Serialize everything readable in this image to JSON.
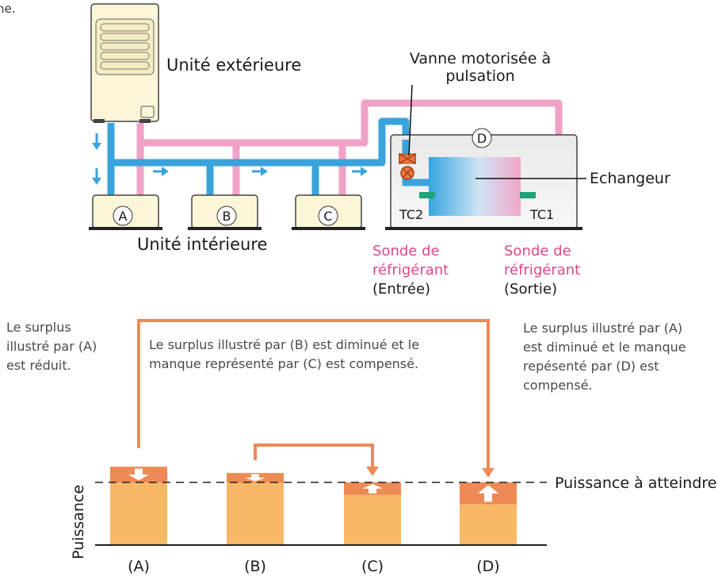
{
  "top_fragment": "ne.",
  "labels": {
    "outdoor_unit": "Unité extérieure",
    "indoor_unit": "Unité intérieure",
    "valve_line1": "Vanne motorisée à",
    "valve_line2": "pulsation",
    "exchanger": "Echangeur",
    "tc2": "TC2",
    "tc1": "TC1",
    "sensor_in_l1": "Sonde de",
    "sensor_in_l2": "réfrigérant",
    "sensor_in_l3": "(Entrée)",
    "sensor_out_l1": "Sonde de",
    "sensor_out_l2": "réfrigérant",
    "sensor_out_l3": "(Sortie)"
  },
  "units": [
    "A",
    "B",
    "C",
    "D"
  ],
  "notes": {
    "left_l1": "Le surplus",
    "left_l2": "illustré par (A)",
    "left_l3": "est réduit.",
    "mid_l1": "Le surplus illustré par (B) est diminué et le",
    "mid_l2": "manque représenté par (C) est compensé.",
    "right_l1": "Le surplus illustré par (A)",
    "right_l2": "est diminué et le manque",
    "right_l3": "repésenté par (D) est",
    "right_l4": "compensé."
  },
  "bar_chart": {
    "ylabel": "Puissance",
    "target_label": "Puissance à atteindre",
    "categories": [
      "(A)",
      "(B)",
      "(C)",
      "(D)"
    ],
    "target": 100,
    "base_values": [
      100,
      100,
      80,
      65
    ],
    "adjust_values": [
      125,
      115,
      100,
      100
    ],
    "adjust_direction": [
      "down",
      "down",
      "up",
      "up"
    ]
  },
  "colors": {
    "liquid_pipe": "#3aa3dc",
    "gas_pipe": "#f0a2c6",
    "unit_fill": "#fcf6d8",
    "bar_base": "#f7b868",
    "bar_adjust": "#ee8a55",
    "transfer_arrow": "#ee8a55",
    "sensor_text": "#e0468c",
    "sensor_mark": "#1ea37a"
  }
}
